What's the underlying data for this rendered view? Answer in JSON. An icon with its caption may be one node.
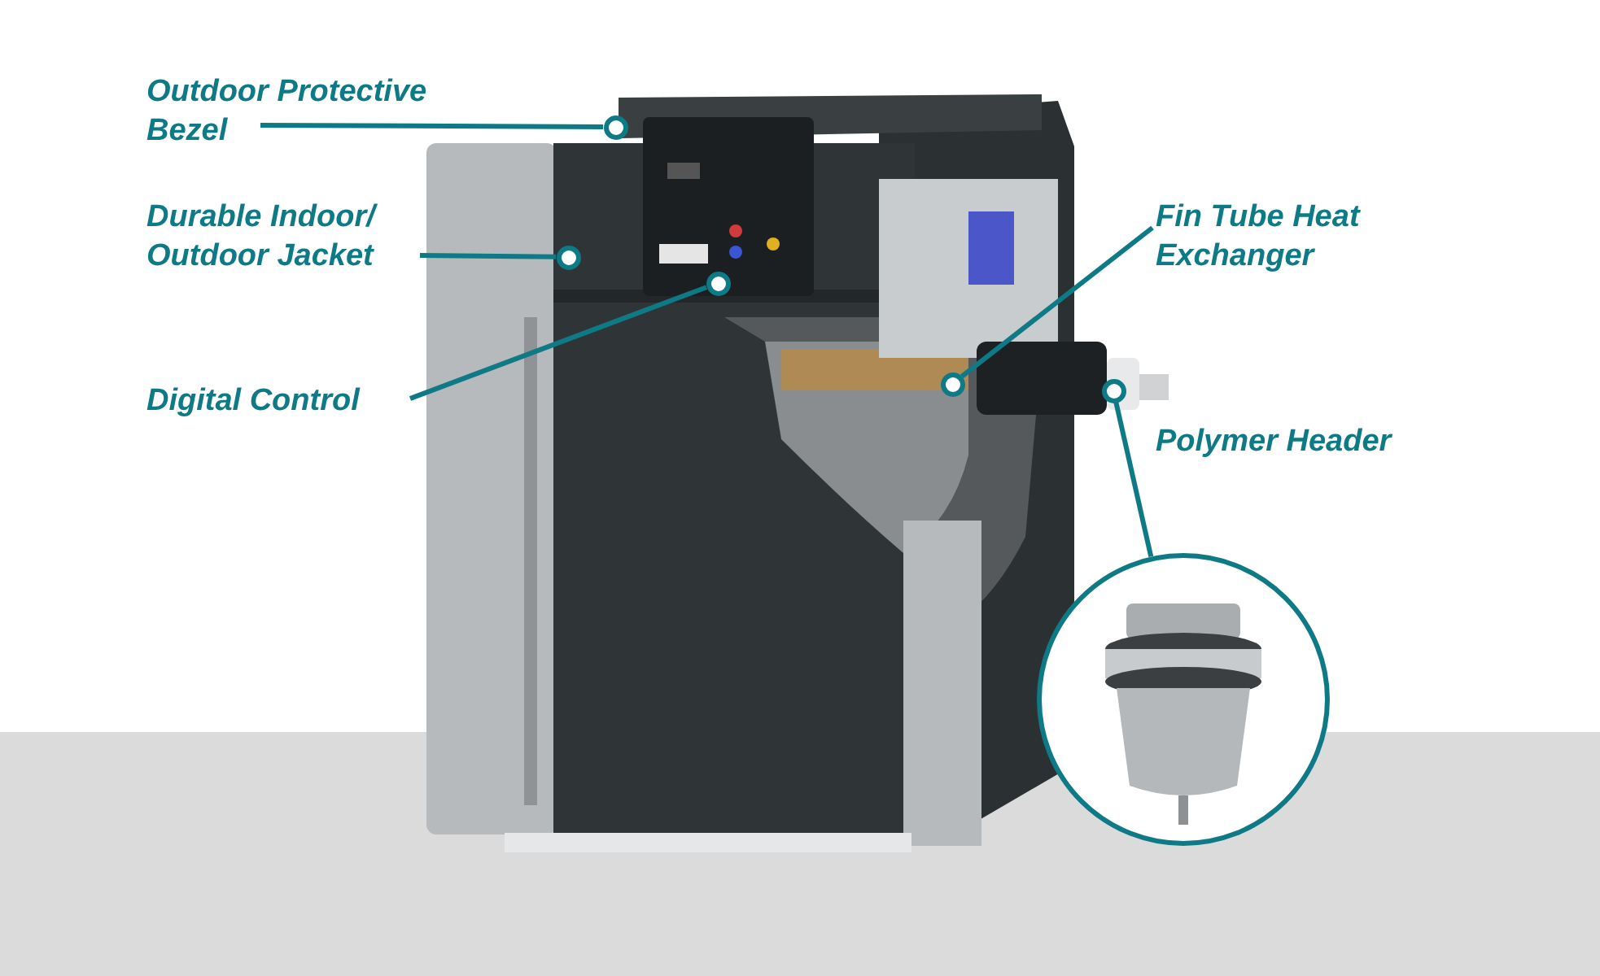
{
  "diagram": {
    "nodes": [
      {
        "text": [
          "Outdoor Protective Bezel"
        ]
      },
      {
        "text": [],
        "shape": "circle"
      },
      {
        "text": [
          "Durable Indoor/ Outdoor Jacket"
        ]
      },
      {
        "text": [],
        "shape": "circle"
      },
      {
        "text": [
          "Digital Control"
        ]
      },
      {
        "text": [],
        "shape": "circle"
      },
      {
        "text": [
          "Fin Tube Heat Exchanger"
        ]
      },
      {
        "text": [],
        "shape": "circle"
      },
      {
        "text": [],
        "shape": "circle"
      },
      {
        "text": [],
        "shape": "picture"
      }
    ],
    "edges": [
      {
        "from": 0,
        "to": 1,
        "arrow": "none"
      },
      {
        "from": 2,
        "to": 3,
        "arrow": "none"
      },
      {
        "from": 4,
        "to": 5,
        "arrow": "none"
      },
      {
        "from": 6,
        "to": 7,
        "arrow": "none"
      },
      {
        "from": 8,
        "to": 9,
        "arrow": "none"
      }
    ],
    "labels": [
      "Polymer Header"
    ]
  }
}
